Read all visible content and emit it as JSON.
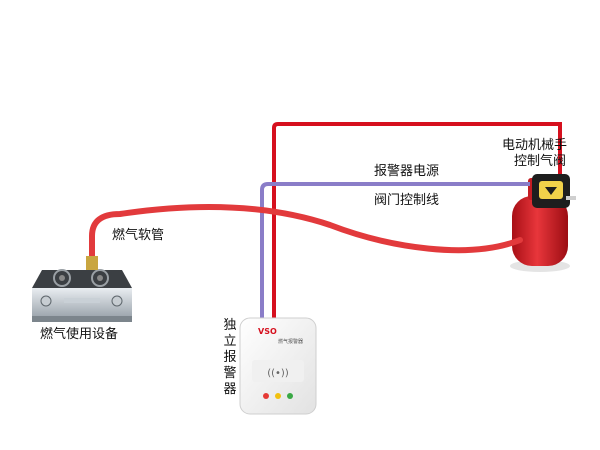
{
  "labels": {
    "valve_line1": "电动机械手",
    "valve_line2": "控制气阀",
    "power": "报警器电源",
    "control_line": "阀门控制线",
    "hose": "燃气软管",
    "stove": "燃气使用设备",
    "alarm": [
      "独",
      "立",
      "报",
      "警",
      "器"
    ]
  },
  "device": {
    "brand": "VSO",
    "small_text": "燃气报警器"
  },
  "colors": {
    "red_wire": "#d6101e",
    "purple_wire": "#8a7dc8",
    "hose": "#e23a3c",
    "tank": "#d7262c",
    "indicator_red": "#e53935",
    "indicator_yellow": "#f2c10f",
    "indicator_green": "#39a845"
  }
}
